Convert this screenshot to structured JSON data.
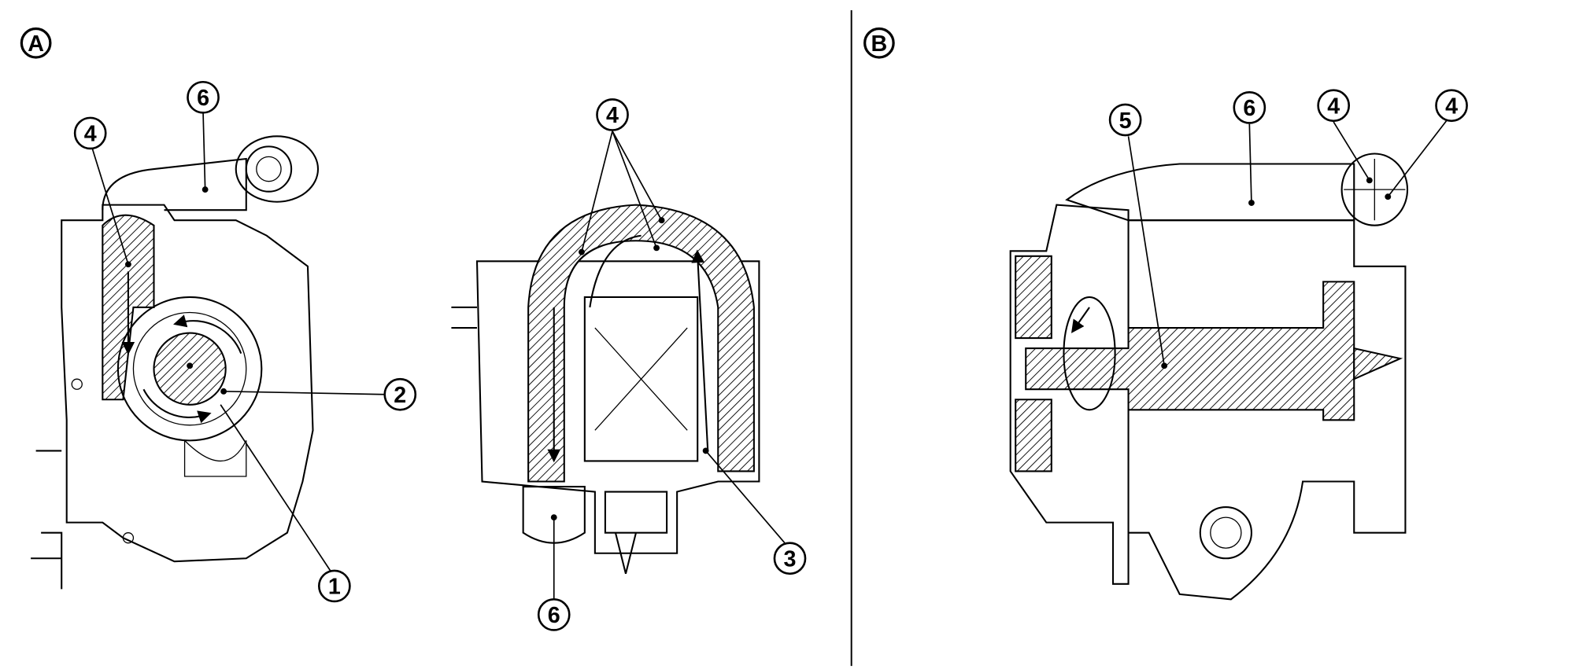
{
  "panels": {
    "a": "A",
    "b": "B"
  },
  "callouts": {
    "a_6_top": "6",
    "a_4_left": "4",
    "a_2": "2",
    "a_1": "1",
    "a_4_center": "4",
    "a_3": "3",
    "a_6_bottom": "6",
    "b_5": "5",
    "b_6": "6",
    "b_4_left": "4",
    "b_4_right": "4"
  }
}
